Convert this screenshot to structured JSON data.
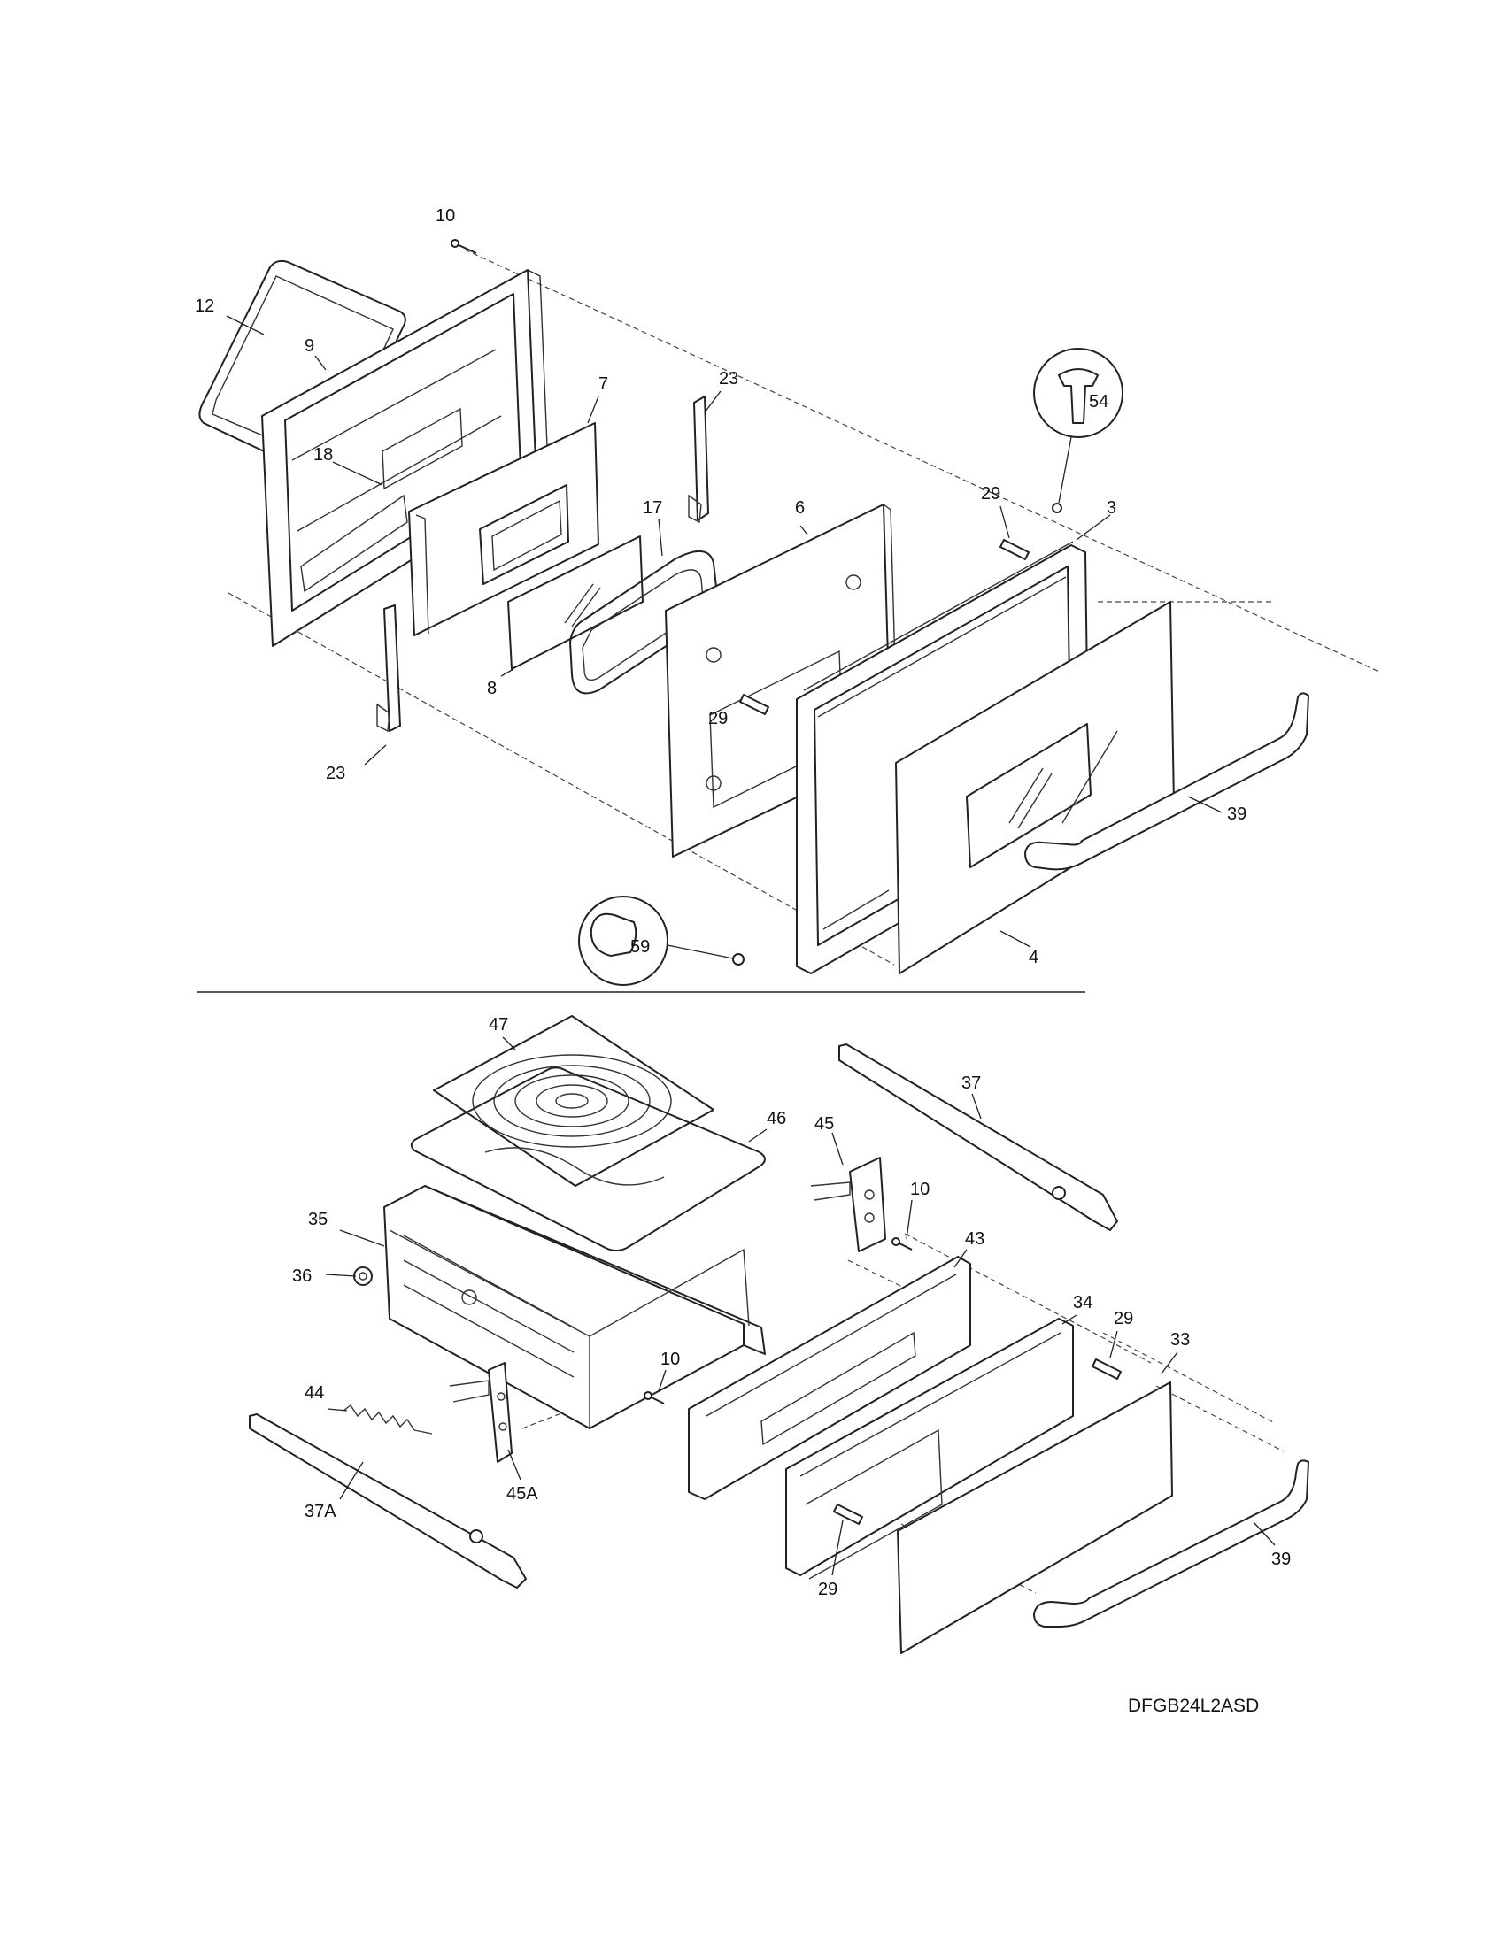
{
  "diagram": {
    "model_code": "DFGB24L2ASD",
    "callouts": {
      "c10_top": "10",
      "c12": "12",
      "c9": "9",
      "c7": "7",
      "c18": "18",
      "c23_top": "23",
      "c23_bottom": "23",
      "c17": "17",
      "c6": "6",
      "c29_top": "29",
      "c29_mid": "29",
      "c54": "54",
      "c3": "3",
      "c8": "8",
      "c39_top": "39",
      "c59": "59",
      "c4": "4",
      "c47": "47",
      "c46": "46",
      "c37": "37",
      "c45": "45",
      "c10_mid": "10",
      "c43": "43",
      "c35": "35",
      "c36": "36",
      "c34": "34",
      "c29_right": "29",
      "c33": "33",
      "c10_low": "10",
      "c44": "44",
      "c45a": "45A",
      "c37a": "37A",
      "c29_bottom": "29",
      "c39_bottom": "39"
    }
  }
}
